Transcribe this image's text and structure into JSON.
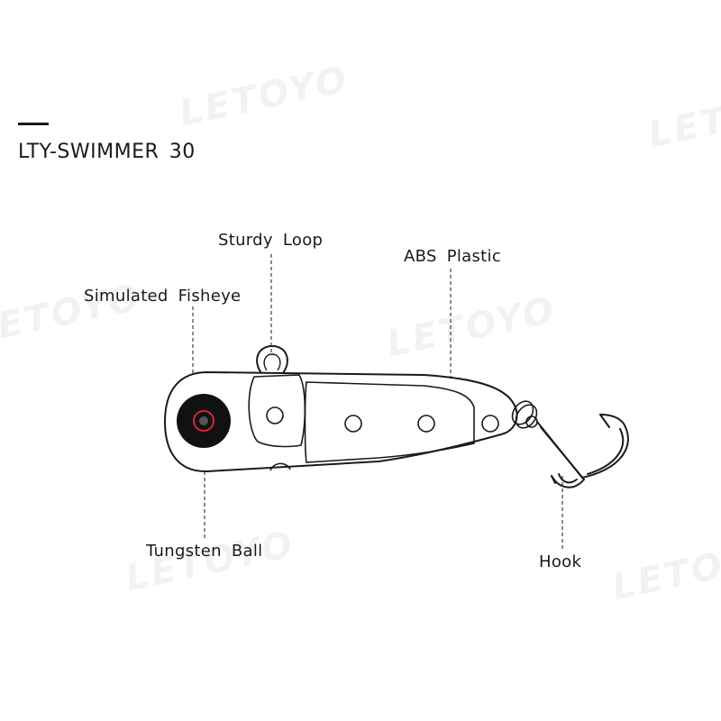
{
  "title": "LTY-SWIMMER 30",
  "watermark": "LETOYO",
  "callouts": {
    "sturdy_loop": "Sturdy Loop",
    "abs_plastic": "ABS Plastic",
    "simulated_fisheye": "Simulated Fisheye",
    "tungsten_ball": "Tungsten Ball",
    "hook": "Hook"
  },
  "colors": {
    "line": "#1a1a1a",
    "eye_red": "#d6283a",
    "eye_black": "#111111",
    "background": "#ffffff"
  }
}
